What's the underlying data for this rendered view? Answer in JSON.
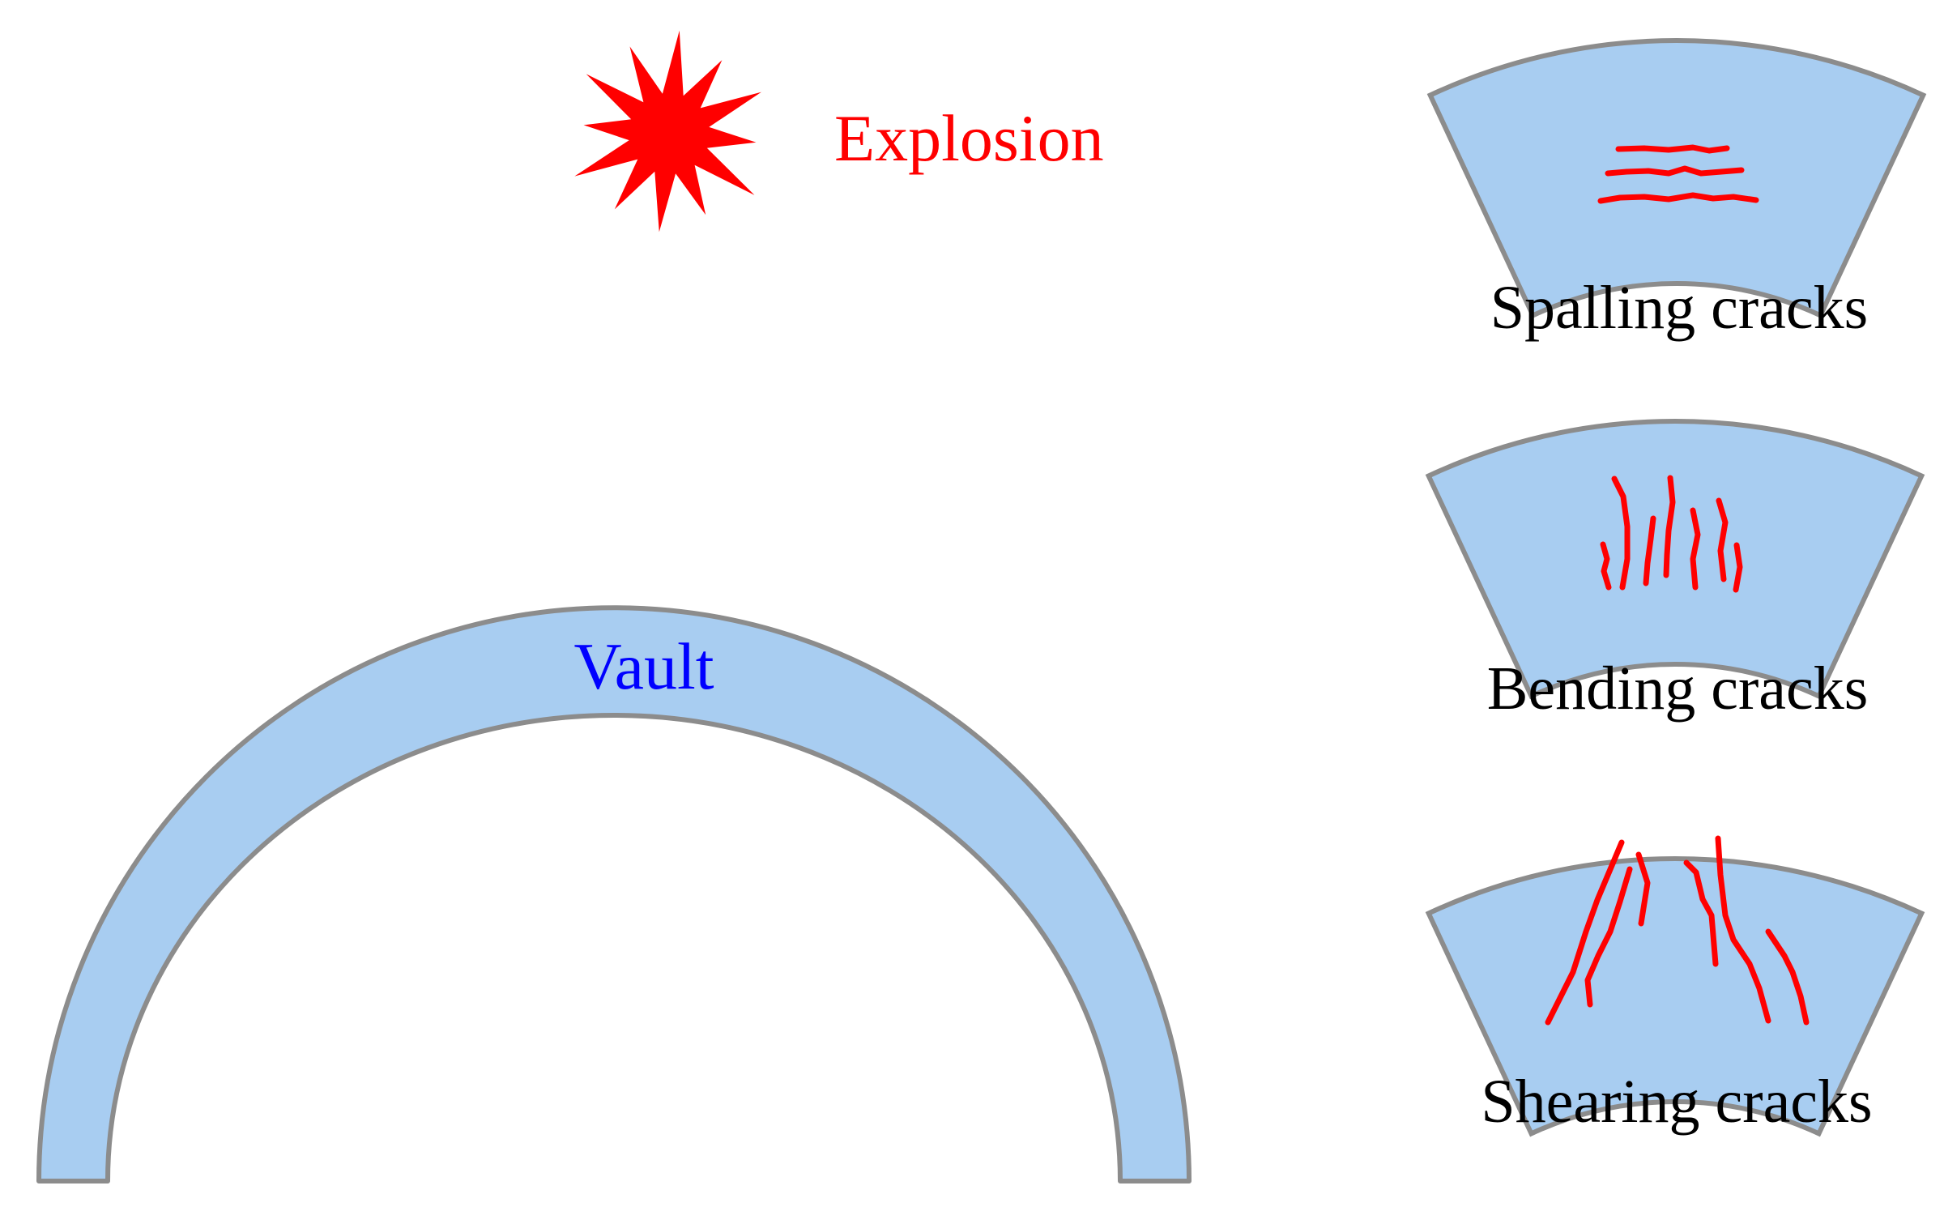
{
  "explosion": {
    "label": "Explosion"
  },
  "vault": {
    "label": "Vault"
  },
  "crack_types": [
    {
      "id": "spalling",
      "label": "Spalling cracks"
    },
    {
      "id": "bending",
      "label": "Bending cracks"
    },
    {
      "id": "shearing",
      "label": "Shearing cracks"
    }
  ],
  "colors": {
    "lining_fill": "#a8cdf1",
    "lining_stroke": "#8c8c8c",
    "crack": "#ff0000",
    "explosion": "#ff0000",
    "explosion_label": "#ff0000",
    "vault_label": "#0000ff",
    "crack_label": "#000000"
  }
}
